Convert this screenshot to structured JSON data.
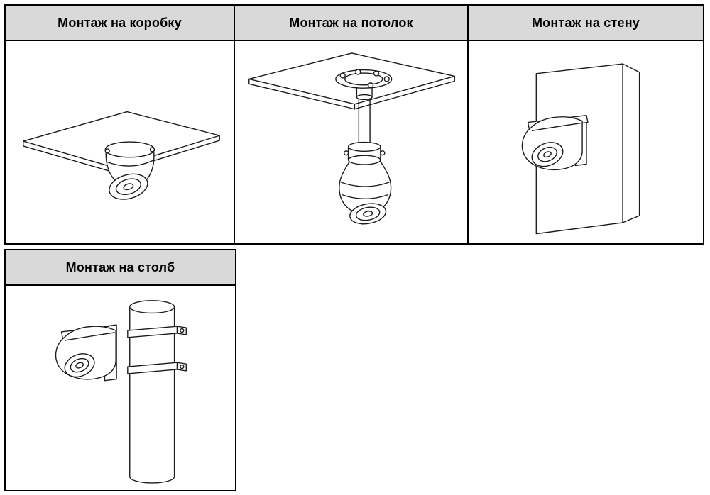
{
  "page": {
    "background": "#ffffff",
    "header_bg": "#d9d9d9",
    "border_color": "#000000",
    "text_color": "#000000"
  },
  "table": {
    "cells": [
      {
        "title": "Монтаж на коробку",
        "illustration": "camera-box-mount-illustration"
      },
      {
        "title": "Монтаж на потолок",
        "illustration": "camera-ceiling-mount-illustration"
      },
      {
        "title": "Монтаж на стену",
        "illustration": "camera-wall-mount-illustration"
      },
      {
        "title": "Монтаж на столб",
        "illustration": "camera-pole-mount-illustration"
      }
    ]
  }
}
